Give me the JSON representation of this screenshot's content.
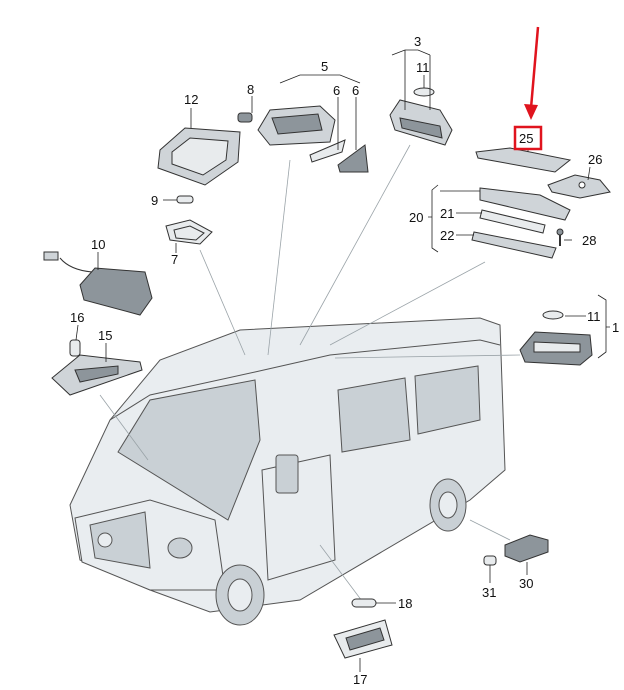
{
  "labels": {
    "l1": "1",
    "l3": "3",
    "l5": "5",
    "l6a": "6",
    "l6b": "6",
    "l7": "7",
    "l8": "8",
    "l9": "9",
    "l10": "10",
    "l11a": "11",
    "l11b": "11",
    "l12": "12",
    "l15": "15",
    "l16": "16",
    "l17": "17",
    "l18": "18",
    "l20": "20",
    "l21": "21",
    "l22": "22",
    "l25": "25",
    "l26": "26",
    "l28": "28",
    "l30": "30",
    "l31": "31"
  },
  "colors": {
    "highlight": "#e0141e",
    "arrow": "#e0141e"
  }
}
